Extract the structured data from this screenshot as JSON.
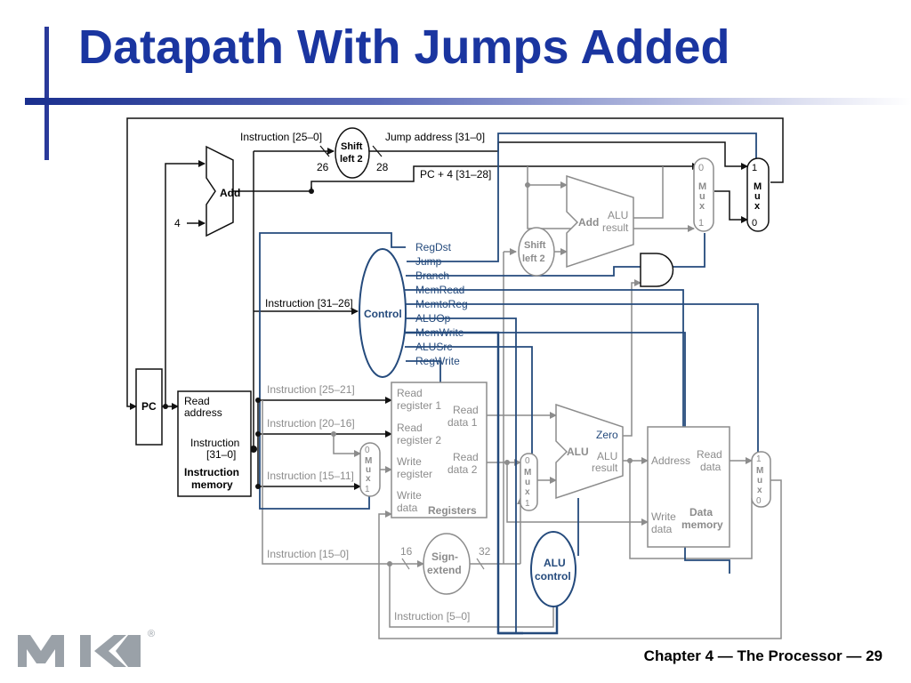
{
  "slide": {
    "title": "Datapath With Jumps Added",
    "footer": "Chapter 4 — The Processor — 29",
    "logo": "MK-logo",
    "registered_mark": "®"
  },
  "colors": {
    "title": "#1a35a0",
    "control_lines": "#244a7c",
    "datapath": "#111111",
    "grey_path": "#8c8c8c"
  },
  "diagram": {
    "labels": {
      "instr_25_0": "Instruction [25–0]",
      "jump_addr": "Jump address [31–0]",
      "shift_left_2_top_a": "Shift",
      "shift_left_2_top_b": "left 2",
      "width_26": "26",
      "width_28": "28",
      "pc4_31_28": "PC + 4 [31–28]",
      "add": "Add",
      "const_4": "4",
      "pc": "PC",
      "imem_read_a": "Read",
      "imem_read_b": "address",
      "imem_instr_a": "Instruction",
      "imem_instr_b": "[31–0]",
      "imem_title_a": "Instruction",
      "imem_title_b": "memory",
      "instr_31_26": "Instruction [31–26]",
      "control": "Control",
      "ctl_regdst": "RegDst",
      "ctl_jump": "Jump",
      "ctl_branch": "Branch",
      "ctl_memread": "MemRead",
      "ctl_memtoreg": "MemtoReg",
      "ctl_aluop": "ALUOp",
      "ctl_memwrite": "MemWrite",
      "ctl_alusrc": "ALUSrc",
      "ctl_regwrite": "RegWrite",
      "instr_25_21": "Instruction [25–21]",
      "instr_20_16": "Instruction [20–16]",
      "instr_15_11": "Instruction [15–11]",
      "instr_15_0": "Instruction [15–0]",
      "instr_5_0": "Instruction [5–0]",
      "reg_read1_a": "Read",
      "reg_read1_b": "register 1",
      "reg_read2_a": "Read",
      "reg_read2_b": "register 2",
      "reg_write_a": "Write",
      "reg_write_b": "register",
      "reg_wdata_a": "Write",
      "reg_wdata_b": "data",
      "reg_rdata1_a": "Read",
      "reg_rdata1_b": "data 1",
      "reg_rdata2_a": "Read",
      "reg_rdata2_b": "data 2",
      "registers": "Registers",
      "shift_left_2_b_a": "Shift",
      "shift_left_2_b_b": "left 2",
      "add_alu_a": "Add",
      "add_alu_b": "ALU",
      "add_alu_c": "result",
      "alu": "ALU",
      "zero": "Zero",
      "alu_result_a": "ALU",
      "alu_result_b": "result",
      "dmem_address": "Address",
      "dmem_read_a": "Read",
      "dmem_read_b": "data",
      "dmem_write_a": "Write",
      "dmem_write_b": "data",
      "dmem_title_a": "Data",
      "dmem_title_b": "memory",
      "sign_extend_a": "Sign-",
      "sign_extend_b": "extend",
      "width_16": "16",
      "width_32": "32",
      "alu_control_a": "ALU",
      "alu_control_b": "control",
      "mux_m": "M",
      "mux_u": "u",
      "mux_x": "x",
      "mux_0": "0",
      "mux_1": "1"
    }
  }
}
